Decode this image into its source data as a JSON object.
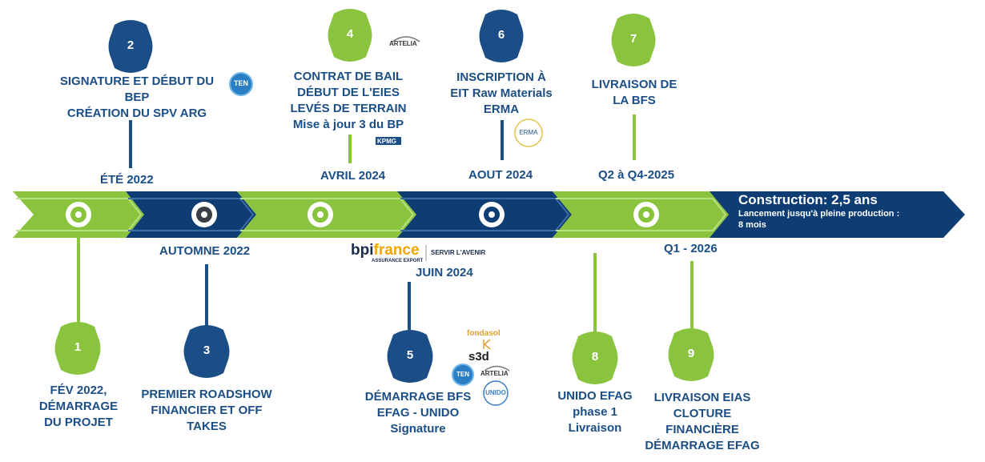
{
  "colors": {
    "green": "#8ac43f",
    "blue": "#1b4e86",
    "dark": "#0d3d73",
    "text": "#1b4e86"
  },
  "milestones": {
    "m1": {
      "number": "1",
      "lines": [
        "FÉV 2022,",
        "DÉMARRAGE",
        "DU PROJET"
      ]
    },
    "m2": {
      "number": "2",
      "lines": [
        "SIGNATURE ET DÉBUT DU",
        "BEP",
        "CRÉATION DU SPV ARG"
      ],
      "date": "ÉTÉ 2022"
    },
    "m3": {
      "number": "3",
      "lines": [
        "PREMIER ROADSHOW",
        "FINANCIER ET OFF",
        "TAKES"
      ],
      "date": "AUTOMNE 2022"
    },
    "m4": {
      "number": "4",
      "lines": [
        "CONTRAT DE BAIL",
        "DÉBUT DE L'EIES",
        "LEVÉS DE TERRAIN",
        "Mise à jour 3 du BP"
      ],
      "date": "AVRIL 2024"
    },
    "m5": {
      "number": "5",
      "lines": [
        "DÉMARRAGE BFS",
        "EFAG - UNIDO",
        "Signature"
      ],
      "date": "JUIN 2024"
    },
    "m6": {
      "number": "6",
      "lines": [
        "INSCRIPTION À",
        "EIT Raw Materials",
        "ERMA"
      ],
      "date": "AOUT 2024"
    },
    "m7": {
      "number": "7",
      "lines": [
        "LIVRAISON DE",
        "LA BFS"
      ],
      "date": "Q2 à Q4-2025"
    },
    "m8": {
      "number": "8",
      "lines": [
        "UNIDO EFAG",
        "phase 1",
        "Livraison"
      ]
    },
    "m9": {
      "number": "9",
      "lines": [
        "LIVRAISON EIAS",
        "CLOTURE",
        "FINANCIÈRE",
        "DÉMARRAGE EFAG"
      ],
      "date": "Q1 - 2026"
    }
  },
  "construction": {
    "title": "Construction: 2,5 ans",
    "line1": "Lancement jusqu'à pleine production :",
    "line2": "8 mois"
  },
  "logos": {
    "ten": "TEN",
    "artelia": "ARTELIA",
    "kpmg": "KPMG",
    "erma": "ERMA",
    "bpifrance_a": "bpi",
    "bpifrance_b": "france",
    "bpifrance_sub": "ASSURANCE EXPORT",
    "bpifrance_tag": "SERVIR L'AVENIR",
    "fondasol": "fondasol",
    "s3d": "s3d",
    "unido": "UNIDO"
  }
}
